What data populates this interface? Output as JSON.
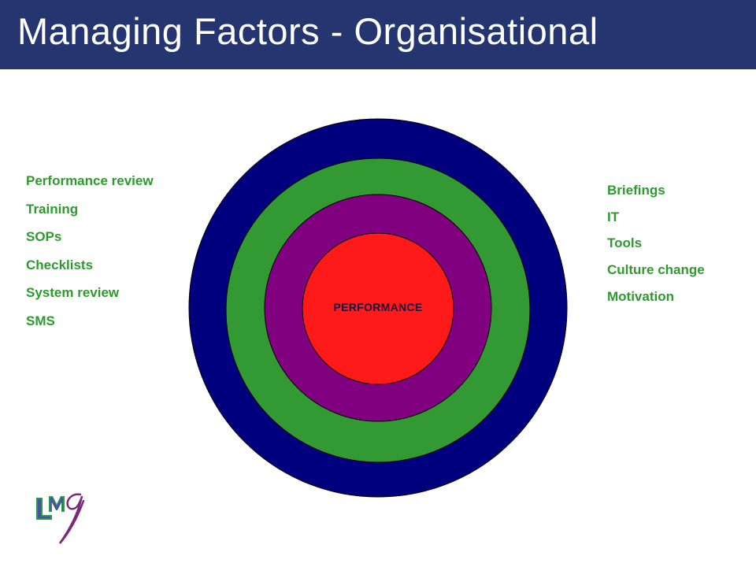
{
  "slide": {
    "title": "Managing Factors  -  Organisational",
    "header_color": "#243570"
  },
  "diagram": {
    "core_label": "PERFORMANCE",
    "rings": [
      {
        "name": "outer",
        "color": "#00007f"
      },
      {
        "name": "second",
        "color": "#339933"
      },
      {
        "name": "third",
        "color": "#800080"
      },
      {
        "name": "core",
        "color": "#ff1a1a"
      }
    ]
  },
  "left_list": {
    "items": [
      "Performance review",
      "Training",
      "SOPs",
      "Checklists",
      "System review",
      "SMS"
    ]
  },
  "right_list": {
    "items": [
      "Briefings",
      "IT",
      "Tools",
      "Culture change",
      "Motivation"
    ]
  },
  "text_color": "#2e9a2e",
  "logo": {
    "icon": "lmq-logo-icon"
  }
}
